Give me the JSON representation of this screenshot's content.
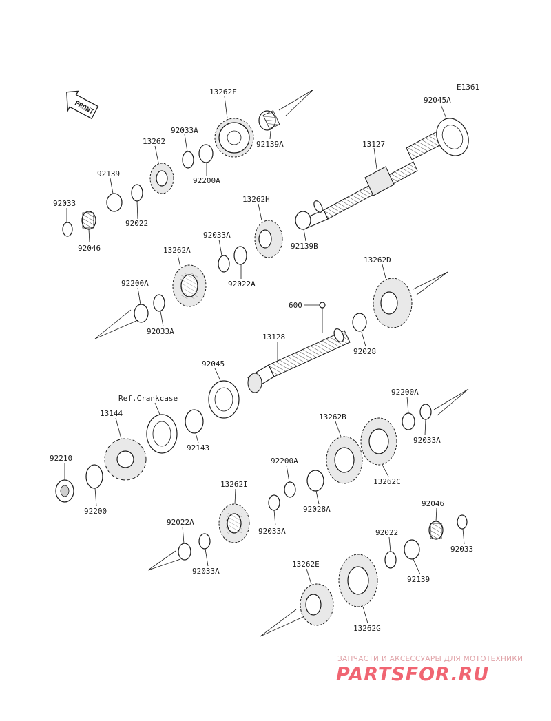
{
  "diagram_id": "E1361",
  "front_label": "FRONT",
  "ref_label": "Ref.Crankcase",
  "labels": {
    "p13262F": "13262F",
    "p92033A_1": "92033A",
    "p13262": "13262",
    "p92139A": "92139A",
    "p92200A_1": "92200A",
    "p92139": "92139",
    "p92033": "92033",
    "p92022": "92022",
    "p92046": "92046",
    "p13127": "13127",
    "p92045A": "92045A",
    "p13262H": "13262H",
    "p92139B": "92139B",
    "p92033A_2": "92033A",
    "p13262A": "13262A",
    "p92022A_1": "92022A",
    "p92200A_2": "92200A",
    "p92033A_3": "92033A",
    "p13262D": "13262D",
    "p600": "600",
    "p13128": "13128",
    "p92028": "92028",
    "p92045": "92045",
    "p13144": "13144",
    "p92143": "92143",
    "p92200A_3": "92200A",
    "p92033A_4": "92033A",
    "p13262B": "13262B",
    "p13262C": "13262C",
    "p92210": "92210",
    "p92200": "92200",
    "p92200A_4": "92200A",
    "p92028A": "92028A",
    "p13262I": "13262I",
    "p92033A_5": "92033A",
    "p92022A_2": "92022A",
    "p92033A_6": "92033A",
    "p92046_2": "92046",
    "p92022_2": "92022",
    "p92033_2": "92033",
    "p92139_2": "92139",
    "p13262E": "13262E",
    "p13262G": "13262G"
  },
  "watermark": {
    "line": "ЗАПЧАСТИ И АКСЕССУАРЫ ДЛЯ МОТОТЕХНИКИ",
    "logo": "PARTSFOR.RU"
  }
}
